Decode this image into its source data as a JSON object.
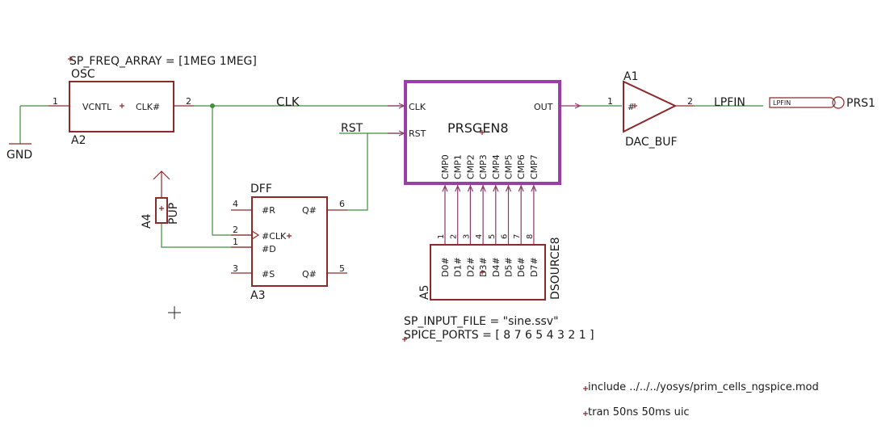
{
  "colors": {
    "wire": "#3f8f3f",
    "component": "#8b2a2a",
    "highlight": "#9b3fa8",
    "text": "#1a1a1a"
  },
  "icons": {
    "ground": "ground-symbol-icon",
    "pullup": "power-arrow-icon",
    "buffer": "triangle-buffer-icon",
    "port": "port-connector-icon",
    "cursor": "crosshair-cursor-icon"
  },
  "params": {
    "sp_freq_array": "SP_FREQ_ARRAY = [1MEG 1MEG]",
    "sp_input_file": "SP_INPUT_FILE = \"sine.ssv\"",
    "spice_ports": "SPICE_PORTS = [ 8 7 6 5 4 3 2 1 ]"
  },
  "directives": {
    "include": "include ../../../yosys/prim_cells_ngspice.mod",
    "tran": "tran 50ns 50ms uic"
  },
  "nets": {
    "clk": "CLK",
    "rst": "RST",
    "lpfin": "LPFIN",
    "gnd": "GND"
  },
  "osc": {
    "name": "OSC",
    "ref": "A2",
    "pin_vcntl": "VCNTL",
    "pin_clk": "CLK#",
    "pin1": "1",
    "pin2": "2"
  },
  "dff": {
    "name": "DFF",
    "ref": "A3",
    "pin_r": "#R",
    "pin_clk": "#CLK",
    "pin_d": "#D",
    "pin_s": "#S",
    "pin_q1": "Q#",
    "pin_q2": "Q#",
    "pin4": "4",
    "pin2": "2",
    "pin1": "1",
    "pin3": "3",
    "pin6": "6",
    "pin5": "5"
  },
  "pup": {
    "name": "PUP",
    "ref": "A4"
  },
  "prsgen": {
    "name": "PRSGEN8",
    "pin_clk": "CLK",
    "pin_rst": "RST",
    "pin_out": "OUT",
    "cmp": [
      "CMP0",
      "CMP1",
      "CMP2",
      "CMP3",
      "CMP4",
      "CMP5",
      "CMP6",
      "CMP7"
    ]
  },
  "dsource": {
    "name": "DSOURCE8",
    "ref": "A5",
    "pins": [
      "D0#",
      "D1#",
      "D2#",
      "D3#",
      "D4#",
      "D5#",
      "D6#",
      "D7#"
    ],
    "pin_numbers": [
      "1",
      "2",
      "3",
      "4",
      "5",
      "6",
      "7",
      "8"
    ]
  },
  "dac": {
    "ref": "A1",
    "name": "DAC_BUF",
    "pin_in": "#",
    "pin1": "1",
    "pin2": "2"
  },
  "port": {
    "label": "LPFIN",
    "name": "PRS1"
  }
}
